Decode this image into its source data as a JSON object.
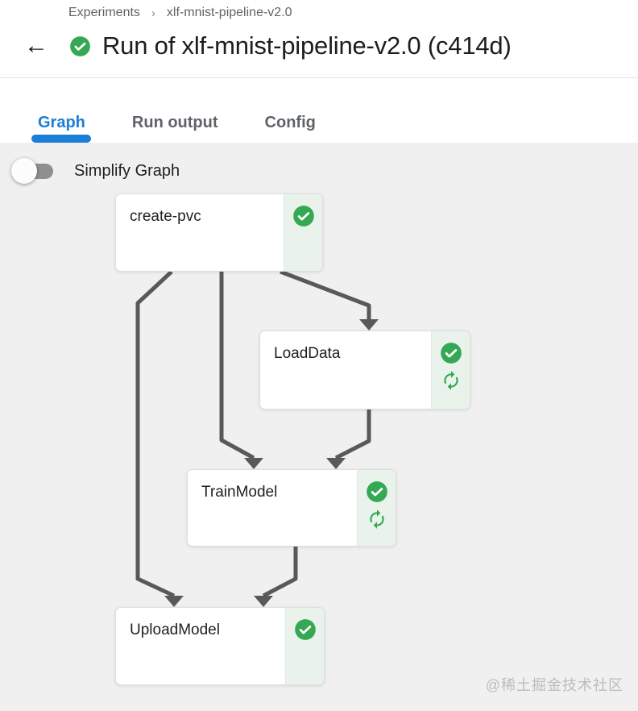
{
  "breadcrumb": {
    "items": [
      "Experiments",
      "xlf-mnist-pipeline-v2.0"
    ],
    "separator": "›"
  },
  "header": {
    "back_icon": "←",
    "status_icon": "check-circle",
    "title": "Run of xlf-mnist-pipeline-v2.0 (c414d)"
  },
  "tabs": [
    {
      "label": "Graph",
      "active": true
    },
    {
      "label": "Run output",
      "active": false
    },
    {
      "label": "Config",
      "active": false
    }
  ],
  "controls": {
    "simplify_graph_label": "Simplify Graph",
    "simplify_graph_state": "off"
  },
  "graph": {
    "nodes": [
      {
        "id": "create-pvc",
        "label": "create-pvc",
        "status": "succeeded",
        "icons": [
          "check-circle"
        ]
      },
      {
        "id": "LoadData",
        "label": "LoadData",
        "status": "succeeded",
        "icons": [
          "check-circle",
          "retry"
        ]
      },
      {
        "id": "TrainModel",
        "label": "TrainModel",
        "status": "succeeded",
        "icons": [
          "check-circle",
          "retry"
        ]
      },
      {
        "id": "UploadModel",
        "label": "UploadModel",
        "status": "succeeded",
        "icons": [
          "check-circle"
        ]
      }
    ],
    "edges": [
      {
        "from": "create-pvc",
        "to": "LoadData"
      },
      {
        "from": "create-pvc",
        "to": "TrainModel"
      },
      {
        "from": "create-pvc",
        "to": "UploadModel"
      },
      {
        "from": "LoadData",
        "to": "TrainModel"
      },
      {
        "from": "TrainModel",
        "to": "UploadModel"
      }
    ]
  },
  "watermark": "@稀土掘金技术社区",
  "colors": {
    "accent_blue": "#1c7ed6",
    "success_green": "#34a853",
    "status_strip_bg": "#e9f3ec",
    "edge_gray": "#58595b",
    "canvas_bg": "#f0f0f0"
  }
}
